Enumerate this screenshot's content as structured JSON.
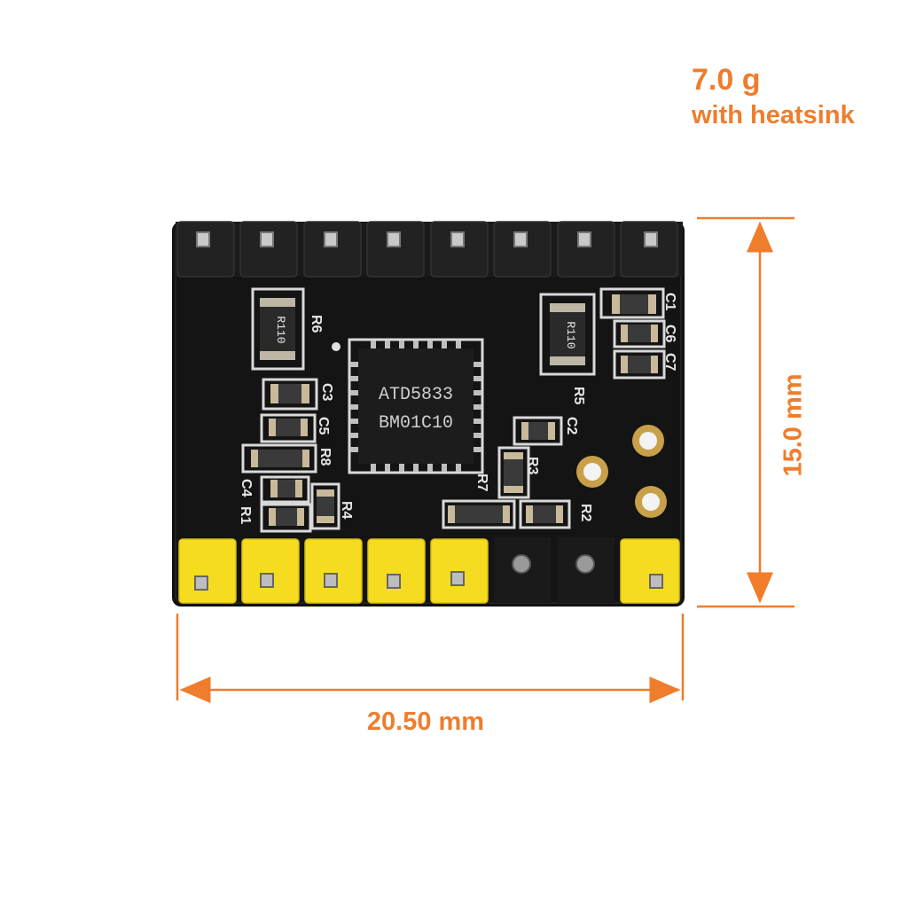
{
  "weight": {
    "value": "7.0 g",
    "note": "with heatsink"
  },
  "dimensions": {
    "width": "20.50 mm",
    "height": "15.0 mm"
  },
  "chip": {
    "line1": "ATD5833",
    "line2": "BM01C10"
  },
  "silkscreen": {
    "r1": "R1",
    "r2": "R2",
    "r3": "R3",
    "r4": "R4",
    "r5": "R5",
    "r6": "R6",
    "r7": "R7",
    "r8": "R8",
    "c1": "C1",
    "c2": "C2",
    "c3": "C3",
    "c4": "C4",
    "c5": "C5",
    "c6": "C6",
    "c7": "C7",
    "resistor_code": "R110"
  },
  "colors": {
    "accent": "#ef7d2b",
    "board": "#101010",
    "header": "#f5dc21"
  }
}
